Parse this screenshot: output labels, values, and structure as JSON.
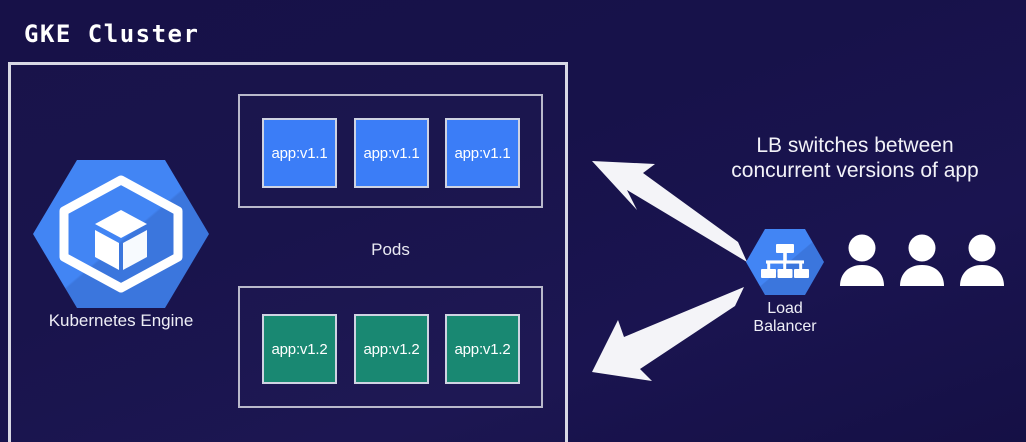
{
  "diagram": {
    "title": "GKE Cluster",
    "background_color": "#171148",
    "cluster": {
      "border_color": "#d8d8e4",
      "engine": {
        "label": "Kubernetes Engine",
        "icon": "kubernetes-engine-hexagon-icon",
        "hex_color": "#4285f4"
      },
      "pods_label": "Pods",
      "pod_groups": [
        {
          "name": "v1.1-pods",
          "version": "v1.1",
          "color": "#3b7df7",
          "pods": [
            {
              "label": "app:v1.1"
            },
            {
              "label": "app:v1.1"
            },
            {
              "label": "app:v1.1"
            }
          ]
        },
        {
          "name": "v1.2-pods",
          "version": "v1.2",
          "color": "#198872",
          "pods": [
            {
              "label": "app:v1.2"
            },
            {
              "label": "app:v1.2"
            },
            {
              "label": "app:v1.2"
            }
          ]
        }
      ]
    },
    "load_balancer": {
      "label": "Load\nBalancer",
      "icon": "load-balancer-tree-icon",
      "hex_color": "#4285f4"
    },
    "users": {
      "icon": "user-person-icon",
      "count": 3,
      "color": "#ffffff"
    },
    "annotation": {
      "text": "LB switches between\nconcurrent versions of app",
      "color": "#f2f2f8"
    },
    "arrows": {
      "color": "#f4f4f8",
      "items": [
        {
          "name": "arrow-lb-to-v11",
          "direction": "upper-left"
        },
        {
          "name": "arrow-lb-to-v12",
          "direction": "lower-left"
        }
      ]
    }
  }
}
